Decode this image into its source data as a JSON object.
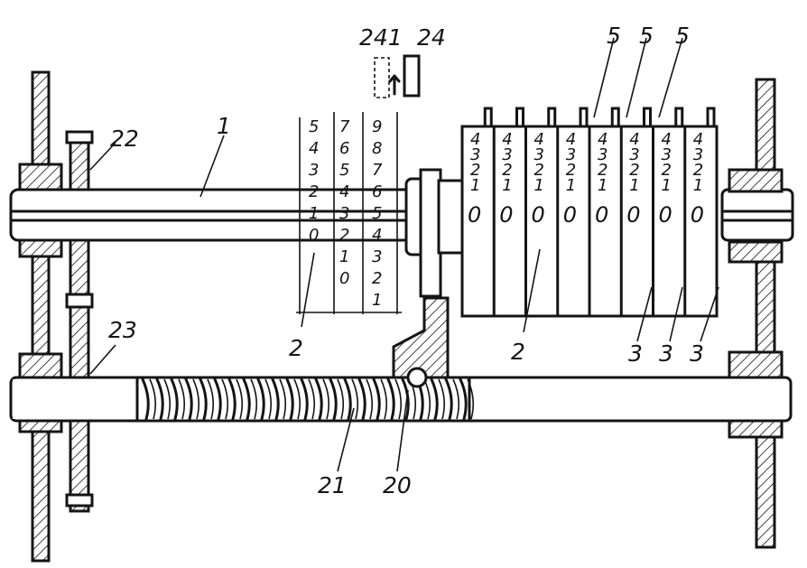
{
  "labels": {
    "shaft": "1",
    "wheel_left": "2",
    "wheel_right": "2",
    "disc_a": "3",
    "disc_b": "3",
    "disc_c": "3",
    "pin_a": "5",
    "pin_b": "5",
    "pin_c": "5",
    "nut": "20",
    "screw": "21",
    "gear_top": "22",
    "gear_bottom": "23",
    "pawl_ref": "24",
    "pawl_variant": "241"
  },
  "digit_columns": [
    [
      "5",
      "4",
      "3",
      "2",
      "1",
      "0"
    ],
    [
      "7",
      "6",
      "5",
      "4",
      "3",
      "2",
      "1",
      "0"
    ],
    [
      "9",
      "8",
      "7",
      "6",
      "5",
      "4",
      "3",
      "2",
      "1"
    ]
  ],
  "wheel_digits": [
    "4",
    "3",
    "2",
    "1",
    "0"
  ],
  "wheel_count": 8
}
